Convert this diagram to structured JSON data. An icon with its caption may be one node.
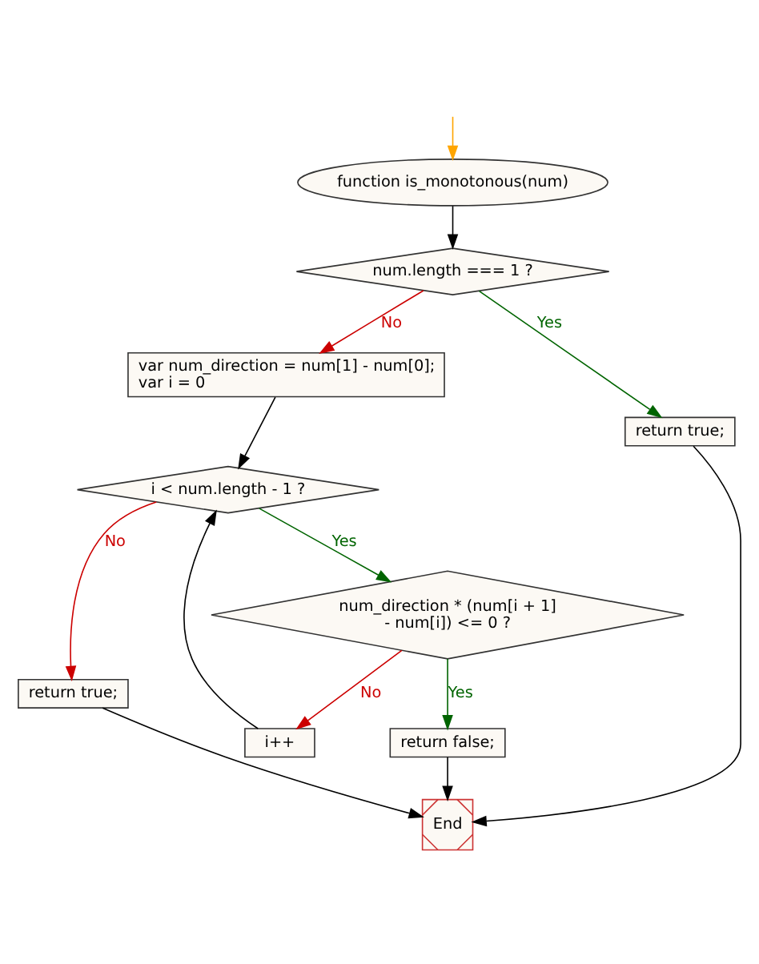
{
  "diagram": {
    "nodes": [
      {
        "text": [
          "function is_monotonous(num)"
        ]
      },
      {
        "text": [
          "num.length === 1 ?"
        ]
      },
      {
        "text": [
          "var num_direction = num[1] - num[0];",
          "var i = 0"
        ]
      },
      {
        "text": [
          "return true;"
        ]
      },
      {
        "text": [
          "i < num.length - 1 ?"
        ]
      },
      {
        "text": [
          "num_direction * (num[i + 1] - num[i]) <= 0 ?"
        ]
      },
      {
        "text": [
          "return true;"
        ]
      },
      {
        "text": [
          "return false;"
        ]
      },
      {
        "text": [
          "i++"
        ]
      },
      {
        "text": [
          "End"
        ]
      }
    ],
    "edges": [
      {
        "from": null,
        "to": 0,
        "arrow": "to",
        "color": "#ffa500"
      },
      {
        "from": 0,
        "to": 1,
        "arrow": "to"
      },
      {
        "from": 1,
        "to": 2,
        "arrow": "to",
        "label": "No",
        "color": "#cc0000"
      },
      {
        "from": 1,
        "to": 3,
        "arrow": "to",
        "label": "Yes",
        "color": "#006400"
      },
      {
        "from": 2,
        "to": 4,
        "arrow": "to"
      },
      {
        "from": 3,
        "to": 9,
        "arrow": "to"
      },
      {
        "from": 4,
        "to": 5,
        "arrow": "to",
        "label": "Yes",
        "color": "#006400"
      },
      {
        "from": 4,
        "to": 6,
        "arrow": "to",
        "label": "No",
        "color": "#cc0000"
      },
      {
        "from": 5,
        "to": 7,
        "arrow": "to",
        "label": "Yes",
        "color": "#006400"
      },
      {
        "from": 5,
        "to": 8,
        "arrow": "to",
        "label": "No",
        "color": "#cc0000"
      },
      {
        "from": 8,
        "to": 4,
        "arrow": "to"
      },
      {
        "from": 7,
        "to": 9,
        "arrow": "to"
      },
      {
        "from": 6,
        "to": 9,
        "arrow": "to"
      }
    ]
  }
}
